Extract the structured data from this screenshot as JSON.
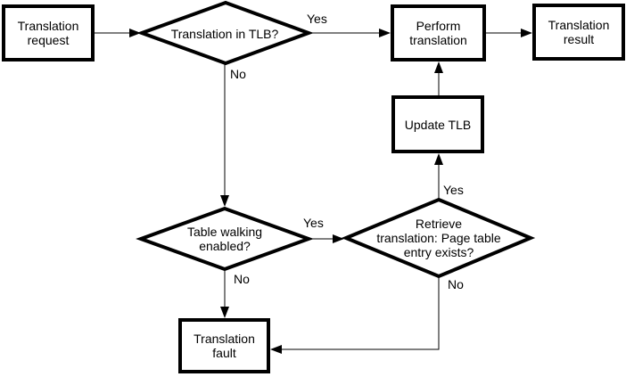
{
  "nodes": {
    "translation_request": {
      "label": "Translation\nrequest"
    },
    "translation_in_tlb": {
      "label": "Translation in TLB?"
    },
    "perform_translation": {
      "label": "Perform\ntranslation"
    },
    "translation_result": {
      "label": "Translation\nresult"
    },
    "update_tlb": {
      "label": "Update TLB"
    },
    "table_walking_enabled": {
      "label": "Table walking\nenabled?"
    },
    "retrieve_translation": {
      "label": "Retrieve\ntranslation: Page table\nentry exists?"
    },
    "translation_fault": {
      "label": "Translation\nfault"
    }
  },
  "edge_labels": {
    "tlb_yes": "Yes",
    "tlb_no": "No",
    "table_walking_yes": "Yes",
    "table_walking_no": "No",
    "retrieve_yes": "Yes",
    "retrieve_no": "No"
  },
  "colors": {
    "stroke": "#000000",
    "fill": "#ffffff"
  }
}
